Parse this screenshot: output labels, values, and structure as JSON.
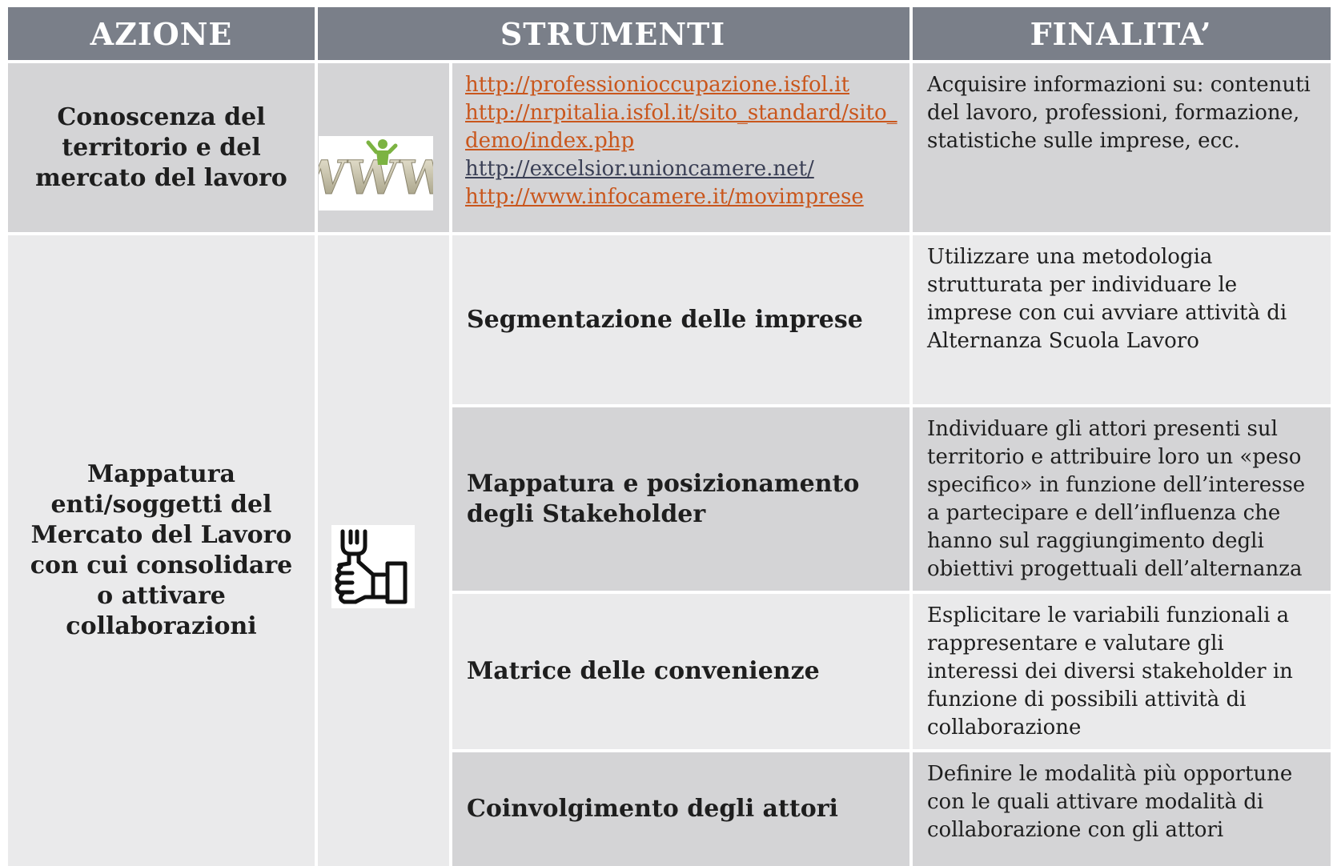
{
  "header": {
    "azione": "AZIONE",
    "strumenti": "STRUMENTI",
    "finalita": "FINALITA’"
  },
  "row1": {
    "azione": "Conoscenza del territorio e del mercato del lavoro",
    "image_icon": "www-icon",
    "links": [
      "http://professionioccupazione.isfol.it",
      "http://nrpitalia.isfol.it/sito_standard/sito_demo/index.php",
      "http://excelsior.unioncamere.net/",
      "http://www.infocamere.it/movimprese"
    ],
    "finalita": "Acquisire informazioni su: contenuti del lavoro,  professioni,  formazione, statistiche sulle imprese, ecc."
  },
  "row2": {
    "azione": "Mappatura enti/soggetti del Mercato del Lavoro con cui consolidare o attivare collaborazioni",
    "image_icon": "hand-wrench-icon",
    "items": [
      {
        "strumento": "Segmentazione delle imprese",
        "finalita": "Utilizzare una metodologia strutturata per individuare le imprese con cui avviare attività di Alternanza Scuola Lavoro"
      },
      {
        "strumento": "Mappatura e posizionamento degli Stakeholder",
        "finalita": "Individuare gli attori presenti sul territorio e attribuire loro un «peso specifico» in funzione dell’interesse a partecipare e dell’influenza che hanno sul raggiungimento degli obiettivi progettuali dell’alternanza"
      },
      {
        "strumento": "Matrice delle convenienze",
        "finalita": "Esplicitare le variabili funzionali a rappresentare e valutare gli interessi dei diversi stakeholder in funzione di possibili attività di collaborazione"
      },
      {
        "strumento": "Coinvolgimento degli attori",
        "finalita": "Definire le modalità più opportune con le quali attivare modalità di collaborazione con gli attori"
      }
    ]
  },
  "colors": {
    "header_bg": "#7a7f89",
    "row_dark": "#d4d4d6",
    "row_light": "#eaeaeb",
    "link_orange": "#c9561c",
    "link_dark": "#3a3f55"
  }
}
